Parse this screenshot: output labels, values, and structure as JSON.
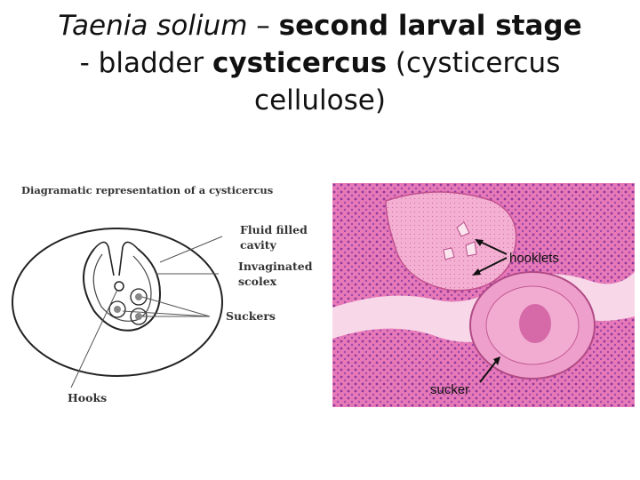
{
  "title": {
    "part1_italic": "Taenia solium",
    "part2": " – ",
    "part3_bold": "second larval stage",
    "part4": " - bladder ",
    "part5_bold": "cysticercus",
    "part6": " (cysticercus cellulose)"
  },
  "diagram": {
    "heading": "Diagramatic representation of a cysticercus",
    "labels": {
      "fluid_line1": "Fluid filled",
      "fluid_line2": "cavity",
      "invag_line1": "Invaginated",
      "invag_line2": "scolex",
      "suckers": "Suckers",
      "hooks": "Hooks"
    }
  },
  "micrograph": {
    "labels": {
      "hooklets": "hooklets",
      "sucker": "sucker"
    }
  }
}
